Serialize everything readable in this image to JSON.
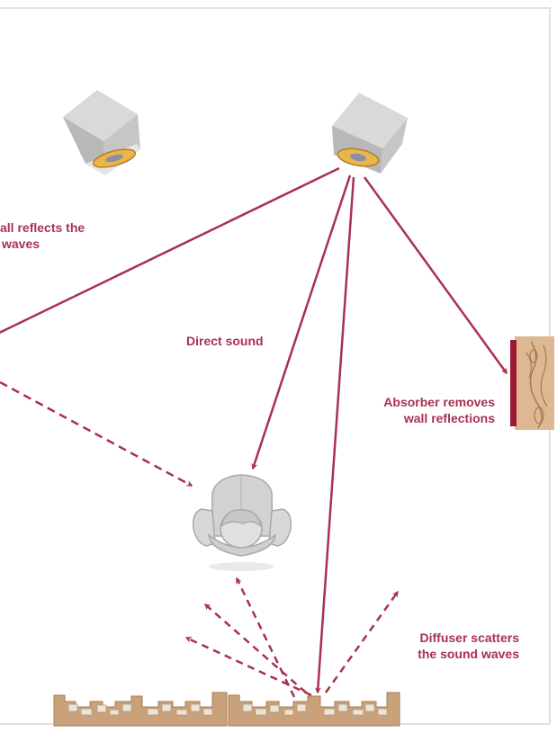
{
  "labels": {
    "wall_reflects": {
      "line1": "all reflects the",
      "line2": "waves"
    },
    "direct_sound": "Direct sound",
    "absorber": {
      "line1": "Absorber removes",
      "line2": "wall reflections"
    },
    "diffuser": {
      "line1": "Diffuser scatters",
      "line2": "the sound waves"
    }
  },
  "colors": {
    "arrow": "#a8324f",
    "frame": "#e9dfd4",
    "wood": "#c9a27c",
    "wood_light": "#e8dfd0",
    "absorber_panel": "#9b1b30",
    "speaker_gray": "#bdbdbd",
    "speaker_cone": "#e8b64a",
    "chair_gray": "#d2d2d2"
  },
  "icons": {
    "speaker": "speaker-icon",
    "listener": "listener-chair-icon",
    "absorber": "absorber-panel-icon",
    "diffuser": "diffuser-panel-icon"
  }
}
